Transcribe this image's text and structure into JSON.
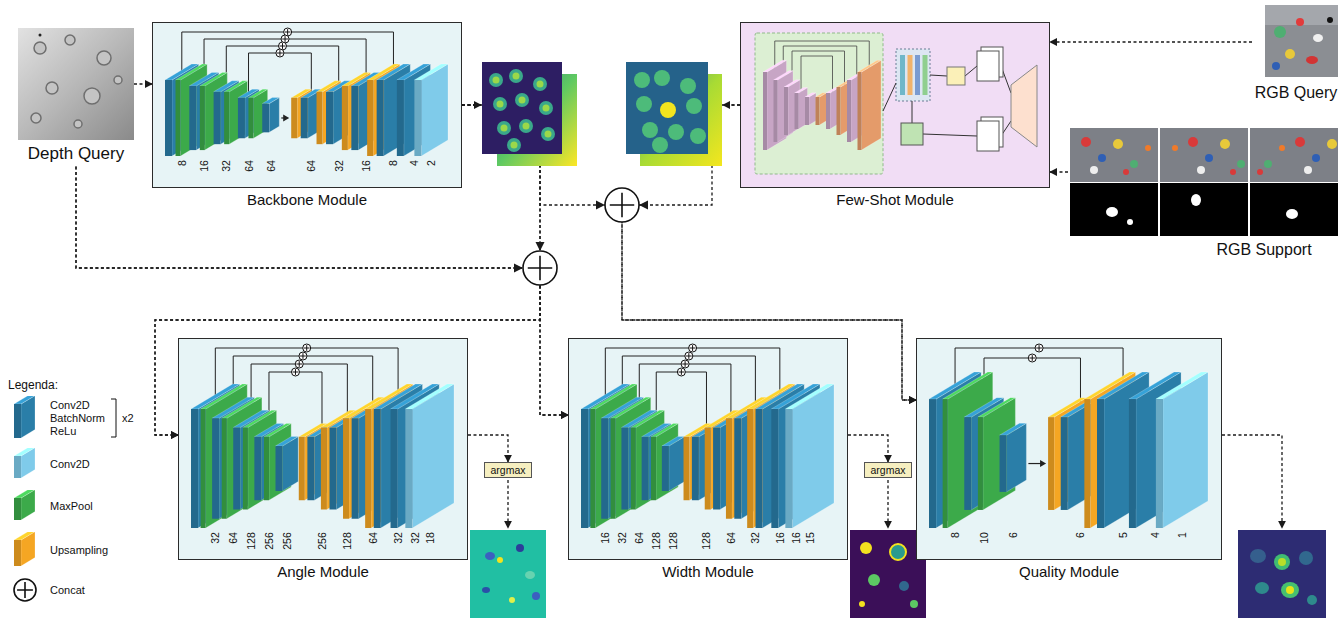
{
  "diagram": {
    "nodes": [
      {
        "text": [
          "Depth Query"
        ]
      },
      {
        "text": [
          "Backbone Module"
        ]
      },
      {
        "text": [
          "Few-Shot Module"
        ]
      },
      {
        "text": [
          "RGB Query"
        ]
      },
      {
        "text": [
          "RGB Support"
        ]
      },
      {
        "text": [
          "Angle Module"
        ]
      },
      {
        "text": [
          "argmax"
        ]
      },
      {
        "text": [
          "Width Module"
        ]
      },
      {
        "text": [
          "argmax"
        ]
      },
      {
        "text": [
          "Quality Module"
        ]
      }
    ],
    "edges": [
      {
        "from": 0,
        "to": 1,
        "arrow": "to"
      },
      {
        "from": 3,
        "to": 2,
        "arrow": "to"
      },
      {
        "from": 4,
        "to": 2,
        "arrow": "to"
      },
      {
        "from": 0,
        "to": 5,
        "arrow": "to"
      },
      {
        "from": 0,
        "to": 7,
        "arrow": "to"
      },
      {
        "from": 1,
        "to": 5,
        "arrow": "to"
      },
      {
        "from": 1,
        "to": 7,
        "arrow": "to"
      },
      {
        "from": 1,
        "to": 9,
        "arrow": "to"
      },
      {
        "from": 2,
        "to": 9,
        "arrow": "to"
      },
      {
        "from": 5,
        "to": 6,
        "arrow": "to"
      },
      {
        "from": 7,
        "to": 8,
        "arrow": "to"
      }
    ],
    "labels": [
      "8",
      "16",
      "32",
      "64",
      "64",
      "64",
      "32",
      "16",
      "8",
      "4",
      "2",
      "32",
      "64",
      "128",
      "256",
      "256",
      "256",
      "128",
      "64",
      "32",
      "32",
      "18",
      "16",
      "32",
      "64",
      "128",
      "128",
      "128",
      "64",
      "32",
      "16",
      "16",
      "15",
      "8",
      "10",
      "6",
      "6",
      "5",
      "4",
      "1",
      "Legenda:",
      "x2"
    ],
    "legend": [
      {
        "text": "Conv2D BatchNorm ReLu",
        "color": "#2a7ea8"
      },
      {
        "text": "Conv2D",
        "color": "#7fcbea"
      },
      {
        "text": "MaxPool",
        "color": "#3caa4a"
      },
      {
        "text": "Upsampling",
        "color": "#f5a623"
      },
      {
        "text": "Concat"
      }
    ]
  }
}
